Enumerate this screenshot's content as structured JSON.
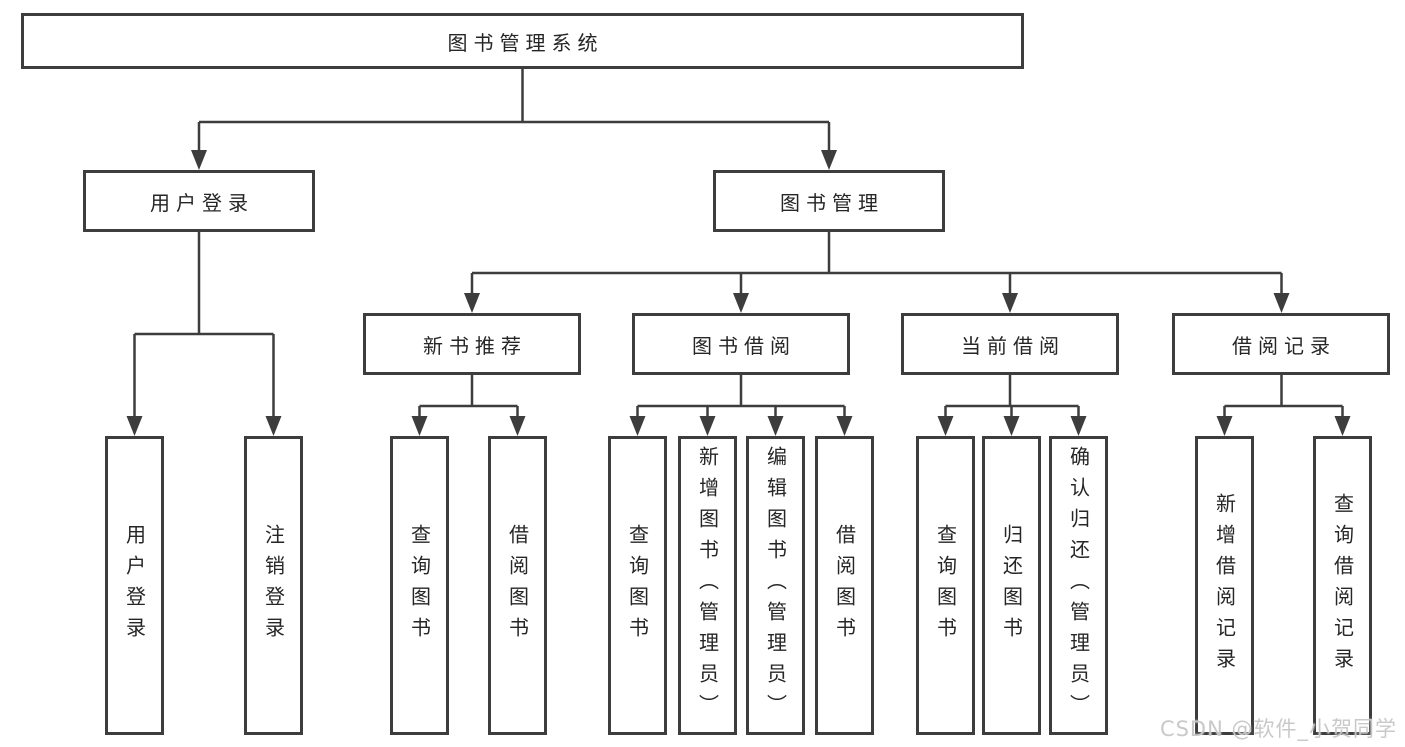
{
  "nodes": {
    "root": "图书管理系统",
    "level2": [
      "用户登录",
      "图书管理"
    ],
    "level3": [
      "新书推荐",
      "图书借阅",
      "当前借阅",
      "借阅记录"
    ],
    "leaves_user_login": [
      "用户登录",
      "注销登录"
    ],
    "leaves_new_book_rec": [
      "查询图书",
      "借阅图书"
    ],
    "leaves_book_borrow": [
      "查询图书",
      "新增图书（管理员）",
      "编辑图书（管理员）",
      "借阅图书"
    ],
    "leaves_current_borrow": [
      "查询图书",
      "归还图书",
      "确认归还（管理员）"
    ],
    "leaves_borrow_record": [
      "新增借阅记录",
      "查询借阅记录"
    ]
  },
  "watermark": "CSDN @软件_小贺同学",
  "colors": {
    "line": "#3d3d3d",
    "box_border": "#3d3d3d",
    "box_fill": "#ffffff",
    "text": "#262626",
    "watermark": "#c6c6c6",
    "background": "#ffffff"
  }
}
